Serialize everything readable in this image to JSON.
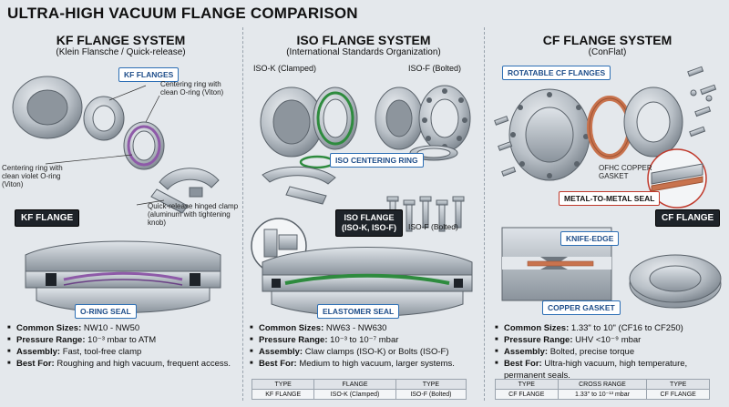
{
  "title": "ULTRA-HIGH VACUUM FLANGE COMPARISON",
  "kf": {
    "title": "KF FLANGE SYSTEM",
    "subtitle": "(Klein Flansche / Quick-release)",
    "callout_flanges": "KF FLANGES",
    "note_centering_top": "Centering ring with clean O-ring (Viton)",
    "note_centering_left": "Centering ring with clean violet O-ring (Viton)",
    "note_clamp": "Quick-release hinged clamp (aluminum with tightening knob)",
    "label_flange": "KF FLANGE",
    "callout_seal": "O-RING SEAL",
    "bullets": [
      {
        "key": "Common Sizes:",
        "value": "NW10 - NW50"
      },
      {
        "key": "Pressure Range:",
        "value": "10⁻³ mbar to ATM"
      },
      {
        "key": "Assembly:",
        "value": "Fast, tool-free clamp"
      },
      {
        "key": "Best For:",
        "value": "Roughing and high vacuum, frequent access."
      }
    ]
  },
  "iso": {
    "title": "ISO FLANGE SYSTEM",
    "subtitle": "(International Standards Organization)",
    "label_isok": "ISO-K (Clamped)",
    "label_isof": "ISO-F (Bolted)",
    "callout_centering": "ISO CENTERING RING",
    "label_flange_l1": "ISO FLANGE",
    "label_flange_l2": "(ISO-K, ISO-F)",
    "label_bolted": "ISO-F (Bolted)",
    "callout_seal": "ELASTOMER SEAL",
    "bullets": [
      {
        "key": "Common Sizes:",
        "value": "NW63 - NW630"
      },
      {
        "key": "Pressure Range:",
        "value": "10⁻³ to 10⁻⁷ mbar"
      },
      {
        "key": "Assembly:",
        "value": "Claw clamps (ISO-K) or Bolts (ISO-F)"
      },
      {
        "key": "Best For:",
        "value": "Medium to high vacuum, larger systems."
      }
    ],
    "table": {
      "headers": [
        "TYPE",
        "FLANGE",
        "TYPE"
      ],
      "row": [
        "KF FLANGE",
        "ISO-K (Clamped)",
        "ISO-F (Bolted)"
      ]
    }
  },
  "cf": {
    "title": "CF FLANGE SYSTEM",
    "subtitle": "(ConFlat)",
    "callout_rotatable": "ROTATABLE CF FLANGES",
    "note_gasket": "OFHC COPPER GASKET",
    "callout_metal": "METAL-TO-METAL SEAL",
    "label_flange": "CF FLANGE",
    "callout_knife": "KNIFE-EDGE",
    "callout_copper": "COPPER GASKET",
    "bullets": [
      {
        "key": "Common Sizes:",
        "value": "1.33\" to 10\" (CF16 to CF250)"
      },
      {
        "key": "Pressure Range:",
        "value": "UHV <10⁻⁹ mbar"
      },
      {
        "key": "Assembly:",
        "value": "Bolted, precise torque"
      },
      {
        "key": "Best For:",
        "value": "Ultra-high vacuum, high temperature, permanent seals."
      }
    ],
    "table": {
      "headers": [
        "TYPE",
        "CROSS RANGE",
        "TYPE"
      ],
      "row": [
        "CF FLANGE",
        "1.33\" to 10⁻¹³ mbar",
        "CF FLANGE"
      ]
    }
  },
  "colors": {
    "metal": "#b9c0c7",
    "metal_dark": "#7b848d",
    "oring_violet": "#8e5aa8",
    "oring_green": "#2e8b3e",
    "copper": "#c8734e",
    "callout_blue": "#2d6fb5",
    "callout_red": "#c0392b"
  }
}
